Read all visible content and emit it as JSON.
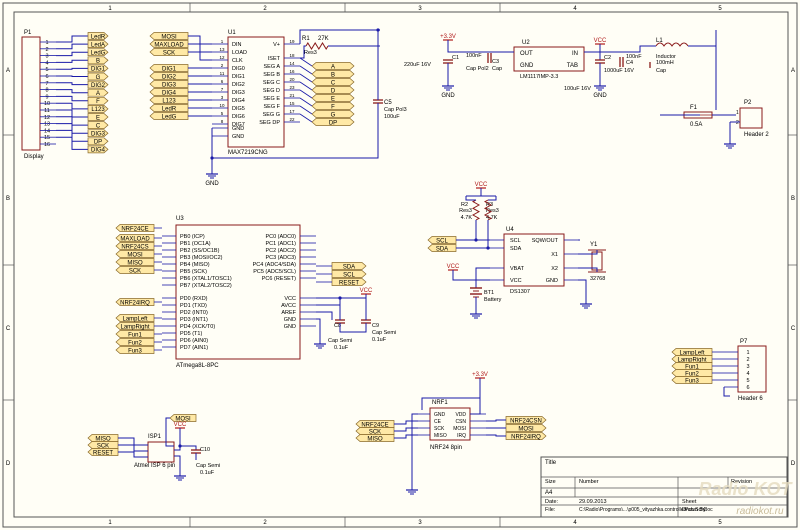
{
  "frame": {
    "cols": [
      "1",
      "2",
      "3",
      "4",
      "5"
    ],
    "rows": [
      "A",
      "B",
      "C",
      "D"
    ]
  },
  "colors": {
    "wire": "#1a1aa8",
    "part": "#8a1a1a",
    "label_fill": "#ffe9a6",
    "label_stroke": "#8a6a2a",
    "text": "#000000",
    "power": "#b01a1a",
    "frame": "#555555"
  },
  "p1": {
    "ref": "P1",
    "value": "Display",
    "pins": [
      "1",
      "2",
      "3",
      "4",
      "5",
      "6",
      "7",
      "8",
      "9",
      "10",
      "11",
      "12",
      "13",
      "14",
      "15",
      "16"
    ],
    "nets": [
      "LedR",
      "LedA",
      "LedG",
      "B",
      "DIG1",
      "G",
      "DIG2",
      "A",
      "F",
      "L123",
      "E",
      "C",
      "DIG3",
      "DP",
      "DIG4"
    ]
  },
  "u1": {
    "ref": "U1",
    "value": "MAX7219CNG",
    "left_pins": [
      "1",
      "13",
      "12",
      "2",
      "11",
      "6",
      "7",
      "3",
      "10",
      "5",
      "8"
    ],
    "left_names": [
      "DIN",
      "LOAD",
      "CLK",
      "DIG0",
      "DIG1",
      "DIG2",
      "DIG3",
      "DIG4",
      "DIG5",
      "DIG6",
      "DIG7",
      "GND",
      "GND"
    ],
    "right_pins": [
      "19",
      "18",
      "14",
      "16",
      "20",
      "23",
      "21",
      "15",
      "17",
      "22"
    ],
    "right_names": [
      "V+",
      "ISET",
      "SEG A",
      "SEG B",
      "SEG C",
      "SEG D",
      "SEG E",
      "SEG F",
      "SEG G",
      "SEG DP"
    ],
    "left_nets": [
      "MOSI",
      "MAXLOAD",
      "SCK",
      "DIG1",
      "DIG2",
      "DIG3",
      "DIG4",
      "L123",
      "LedR",
      "LedG"
    ],
    "right_nets": [
      "A",
      "B",
      "C",
      "D",
      "E",
      "F",
      "G",
      "DP"
    ]
  },
  "r1": {
    "ref": "R1",
    "value": "27K",
    "type": "Res3"
  },
  "c5": {
    "ref": "C5",
    "type": "Cap Pol3",
    "value": "100uF"
  },
  "supply": {
    "vcc_in": "+3.3V",
    "c1_ref": "C1",
    "c1_type": "Cap Pol2",
    "c1_value": "220uF 16V",
    "c3_ref": "C3",
    "c3_type": "Cap",
    "c3_value": "100nF",
    "u2_ref": "U2",
    "u2_value": "LM1117IMP-3.3",
    "u2_pins": [
      "OUT",
      "IN",
      "GND",
      "TAB"
    ],
    "c2_ref": "C2",
    "c2_value": "1000uF 16V",
    "c4_ref": "C4",
    "c4_value": "100nF",
    "vcc": "VCC",
    "l1_ref": "L1",
    "l1_type": "Inductor",
    "l1_value": "100mH",
    "c6_type": "Cap",
    "c6_value": "100uF 16V",
    "f1_ref": "F1",
    "f1_value": "0.5A",
    "p2_ref": "P2",
    "p2_value": "Header 2",
    "gnd": "GND"
  },
  "u3": {
    "ref": "U3",
    "value": "ATmega8L-8PC",
    "left_names": [
      "PB0 (ICP)",
      "PB1 (OC1A)",
      "PB2 (SS/OC1B)",
      "PB3 (MOSI/OC2)",
      "PB4 (MISO)",
      "PB5 (SCK)",
      "PB6 (XTAL1/TOSC1)",
      "PB7 (XTAL2/TOSC2)",
      "PD0 (RXD)",
      "PD1 (TXD)",
      "PD2 (INT0)",
      "PD3 (INT1)",
      "PD4 (XCK/T0)",
      "PD5 (T1)",
      "PD6 (AIN0)",
      "PD7 (AIN1)"
    ],
    "right_names": [
      "PC0 (ADC0)",
      "PC1 (ADC1)",
      "PC2 (ADC2)",
      "PC3 (ADC3)",
      "PC4 (ADC4/SDA)",
      "PC5 (ADC5/SCL)",
      "PC6 (RESET)",
      "VCC",
      "AVCC",
      "AREF",
      "GND",
      "GND"
    ],
    "left_nets": [
      "NRF24CE",
      "MAXLOAD",
      "NRF24CS",
      "MOSI",
      "MISO",
      "SCK",
      "NRF24IRQ",
      "LampLeft",
      "LampRight",
      "Fun1",
      "Fun2",
      "Fun3"
    ],
    "right_nets": [
      "SDA",
      "SCL",
      "RESET"
    ],
    "c8_ref": "C8",
    "c8_type": "Cap Semi",
    "c8_value": "0.1uF",
    "c9_ref": "C9",
    "c9_type": "Cap Semi",
    "c9_value": "0.1uF",
    "vcc": "VCC"
  },
  "rtc": {
    "r2_ref": "R2",
    "r3_ref": "R3",
    "r_type": "Res3",
    "r_value": "4.7K",
    "u4_ref": "U4",
    "u4_value": "DS1307",
    "u4_left": [
      "SCL",
      "SDA",
      "VBAT",
      "VCC"
    ],
    "u4_right": [
      "SQW/OUT",
      "X1",
      "X2",
      "GND"
    ],
    "y1_ref": "Y1",
    "y1_value": "32768",
    "bt1_ref": "BT1",
    "bt1_value": "Battery",
    "nets": [
      "SCL",
      "SDA"
    ],
    "vcc": "VCC"
  },
  "p7": {
    "ref": "P7",
    "value": "Header 6",
    "pins": [
      "1",
      "2",
      "3",
      "4",
      "5",
      "6"
    ],
    "nets": [
      "LampLeft",
      "LampRight",
      "Fun1",
      "Fun2",
      "Fun3"
    ]
  },
  "isp": {
    "ref": "ISP1",
    "value": "Atmel ISP 6 pin",
    "nets_left": [
      "MISO",
      "SCK",
      "RESET"
    ],
    "net_top": "MOSI",
    "c10_ref": "C10",
    "c10_type": "Cap Semi",
    "c10_value": "0.1uF",
    "vcc": "VCC"
  },
  "nrf": {
    "ref": "NRF1",
    "value": "NRF24 8pin",
    "vcc": "+3.3V",
    "left_names": [
      "GND",
      "CE",
      "SCK",
      "MISO"
    ],
    "right_names": [
      "VDD",
      "CSN",
      "MOSI",
      "IRQ"
    ],
    "left_nets": [
      "NRF24CE",
      "SCK",
      "MISO"
    ],
    "right_nets": [
      "NRF24CSN",
      "MOSI",
      "NRF24IRQ"
    ],
    "gnd": "GND"
  },
  "title_block": {
    "title_label": "Title",
    "size_label": "Size",
    "size_value": "A4",
    "number_label": "Number",
    "revision_label": "Revision",
    "date_label": "Date:",
    "date_value": "29.09.2013",
    "sheet_label": "Sheet",
    "file_label": "File:",
    "file_value": "C:\\Radio\\Programs\\...\\p005_vityazhka.controllerPcb.SchDoc",
    "drawn_label": "Drawn By:"
  },
  "watermark": {
    "logo": "Radio KOT",
    "url": "radiokot.ru"
  }
}
